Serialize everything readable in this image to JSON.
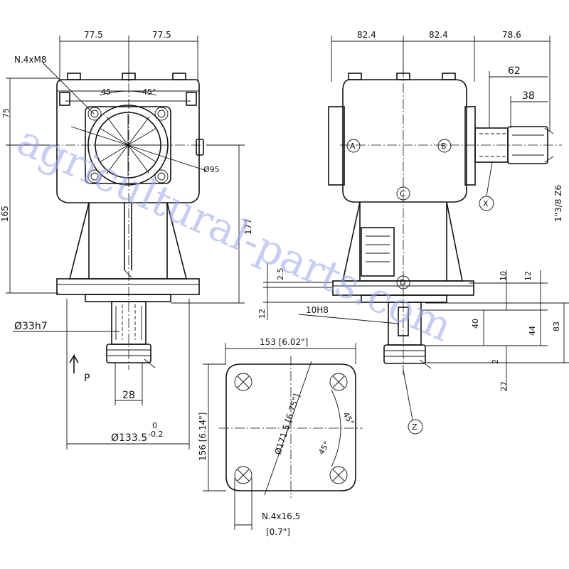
{
  "watermark": "agricultural-parts.com",
  "front_view": {
    "top_dim_left": "77.5",
    "top_dim_right": "77.5",
    "bolt_pattern": "N.4xM8",
    "angle_left": "45",
    "angle_right": "45°",
    "bore": "Ø95",
    "height_top": "75",
    "height_total": "165",
    "height_right": "177",
    "shaft_dia": "Ø33h7",
    "arrow_label": "P",
    "shaft_width": "28",
    "base_dia": "Ø133.5",
    "base_tol_upper": "0",
    "base_tol_lower": "-0.2"
  },
  "side_view": {
    "top_dim_a": "82.4",
    "top_dim_b": "82.4",
    "top_dim_c": "78.6",
    "shaft_len_62": "62",
    "shaft_len_38": "38",
    "spline": "1\"3/8 Z6",
    "marker_a": "A",
    "marker_b": "B",
    "marker_c": "C",
    "marker_d": "D",
    "marker_x": "X",
    "marker_z": "Z",
    "dim_2_5": "2.5",
    "dim_12_left": "12",
    "keyway": "10H8",
    "dim_10": "10",
    "dim_12_right": "12",
    "dim_40": "40",
    "dim_44": "44",
    "dim_83": "83",
    "dim_2": "2",
    "dim_27": "27"
  },
  "flange_view": {
    "width": "153 [6.02\"]",
    "height": "156 [6.14\"]",
    "diagonal": "Ø171.5 [6.75\"]",
    "angle_top": "45°",
    "angle_bottom": "45°",
    "holes": "N.4x16.5",
    "hole_inch": "[0.7\"]"
  }
}
